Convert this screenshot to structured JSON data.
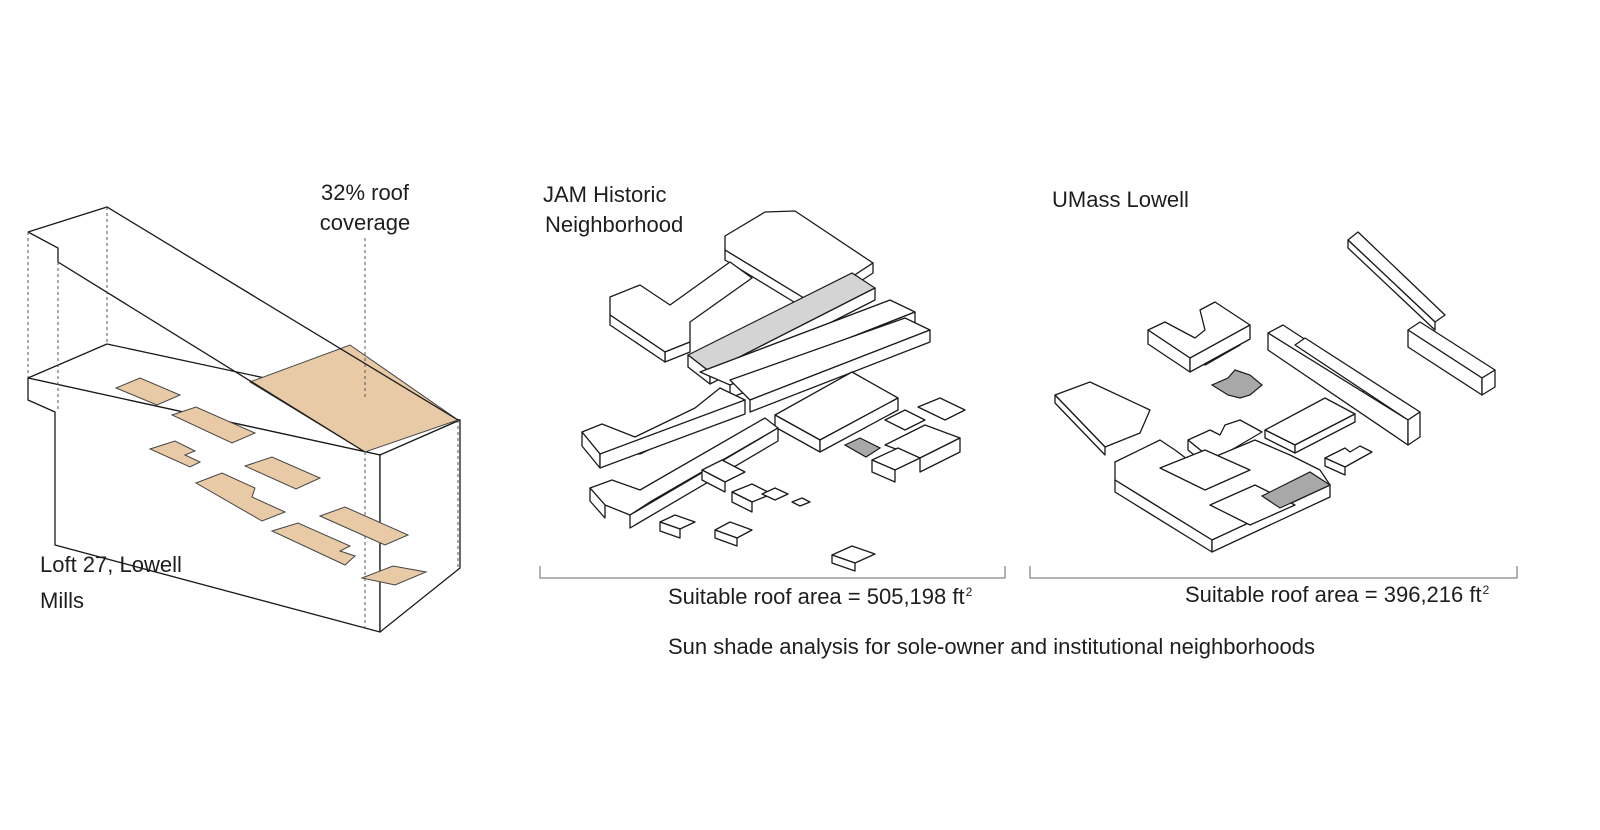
{
  "loft": {
    "coverage_line1": "32% roof",
    "coverage_line2": "coverage",
    "name_line1": "Loft 27, Lowell",
    "name_line2": "Mills",
    "coverage_fraction": 0.32
  },
  "jam": {
    "title_line1": "JAM Historic",
    "title_line2": "Neighborhood",
    "area_text": "Suitable roof area = 505,198 ft",
    "area_sup": "2"
  },
  "umass": {
    "title": "UMass Lowell",
    "area_text": "Suitable roof area = 396,216 ft",
    "area_sup": "2"
  },
  "caption": "Sun shade analysis for sole-owner and institutional neighborhoods",
  "colors": {
    "roof_coverage": "#e8cba6",
    "suitable_roof_highlight": "#d4d4d4",
    "suitable_roof_dark": "#a8a8a8",
    "line": "#1a1a1a"
  }
}
